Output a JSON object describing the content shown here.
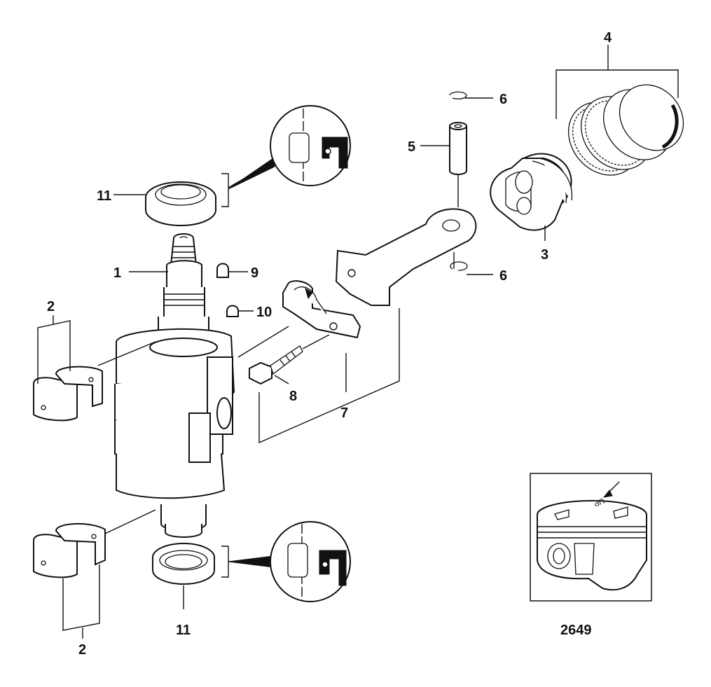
{
  "labels": {
    "crankshaft": "1",
    "main_bearing_upper": "2",
    "main_bearing_lower": "2",
    "piston": "3",
    "piston_ring_set": "4",
    "piston_pin": "5",
    "pin_retainer_top": "6",
    "pin_retainer_bottom": "6",
    "connecting_rod": "7",
    "rod_bolt": "8",
    "key_9": "9",
    "key_10": "10",
    "seal_top": "11",
    "seal_bottom": "11"
  },
  "inset": {
    "figure_number": "2649",
    "piston_stamp": "UP"
  }
}
